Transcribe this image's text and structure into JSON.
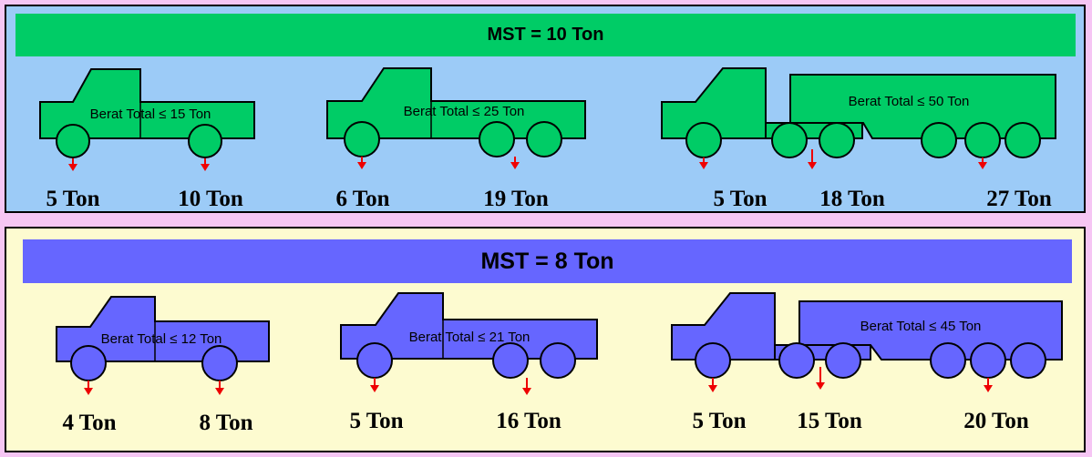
{
  "scenarios": [
    {
      "banner": "MST = 10 Ton",
      "color": "#00cc66",
      "trucks": [
        {
          "total": "Berat Total ≤ 15 Ton",
          "loads": [
            "5 Ton",
            "10 Ton"
          ]
        },
        {
          "total": "Berat Total ≤ 25 Ton",
          "loads": [
            "6 Ton",
            "19 Ton"
          ]
        },
        {
          "total": "Berat Total ≤ 50 Ton",
          "loads": [
            "5 Ton",
            "18 Ton",
            "27 Ton"
          ]
        }
      ]
    },
    {
      "banner": "MST = 8 Ton",
      "color": "#6666ff",
      "trucks": [
        {
          "total": "Berat Total ≤ 12 Ton",
          "loads": [
            "4 Ton",
            "8 Ton"
          ]
        },
        {
          "total": "Berat Total ≤ 21 Ton",
          "loads": [
            "5 Ton",
            "16 Ton"
          ]
        },
        {
          "total": "Berat Total ≤ 45 Ton",
          "loads": [
            "5 Ton",
            "15 Ton",
            "20 Ton"
          ]
        }
      ]
    }
  ],
  "colors": {
    "arrow": "#ee0000",
    "outline": "#000000"
  }
}
